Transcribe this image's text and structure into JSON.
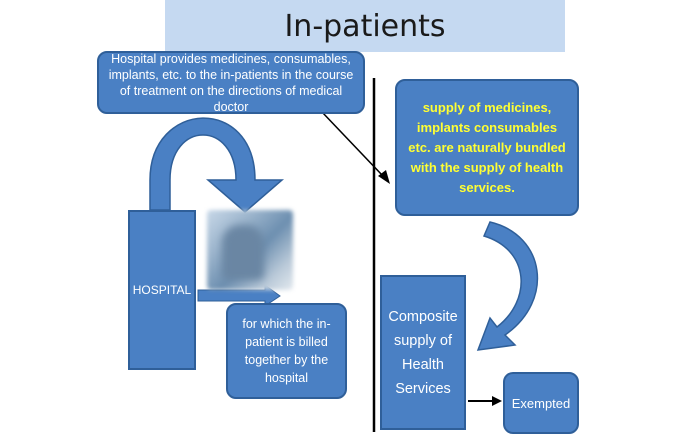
{
  "title": "In-patients",
  "boxes": {
    "hospital_provides": "Hospital provides medicines, consumables, implants, etc. to the in-patients in the course of treatment on the directions of medical doctor",
    "bundled": "supply of medicines, implants consumables  etc. are naturally bundled with the supply of health services.",
    "hospital": "HOSPITAL",
    "billed": "for which the in-patient is billed together by the hospital",
    "composite": "Composite supply of Health Services",
    "exempted": "Exempted"
  },
  "colors": {
    "box_fill": "#4a80c4",
    "box_border": "#2f5f99",
    "title_bar": "#c5d9f1",
    "highlight_text": "#ffff33"
  }
}
